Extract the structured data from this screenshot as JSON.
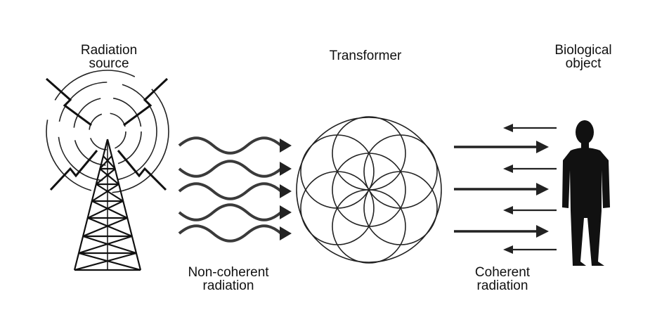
{
  "labels": {
    "source": [
      "Radiation",
      "source"
    ],
    "transformer": "Transformer",
    "object": [
      "Biological",
      "object"
    ],
    "noncoherent": [
      "Non-coherent",
      "radiation"
    ],
    "coherent": [
      "Coherent",
      "radiation"
    ]
  },
  "colors": {
    "ink": "#111111",
    "wave": "#3a3a3a",
    "background": "#ffffff"
  },
  "icons": [
    "radio-tower-icon",
    "lightning-icon",
    "flower-of-life-icon",
    "person-silhouette-icon",
    "arrow-icon"
  ]
}
